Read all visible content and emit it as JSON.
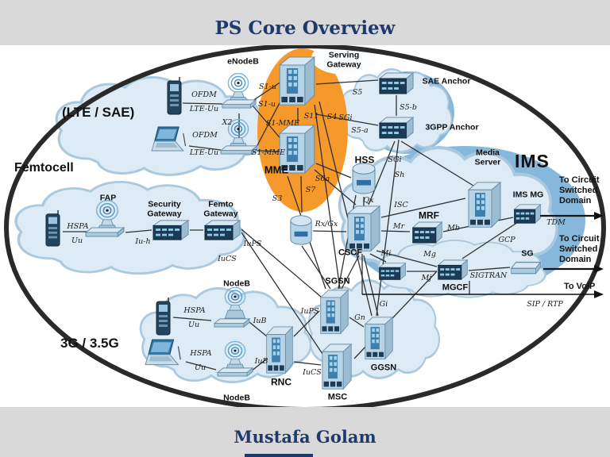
{
  "header": {
    "title": "PS Core Overview"
  },
  "footer": {
    "author": "Mustafa Golam"
  },
  "colors": {
    "accent_orange": "#f5992b",
    "title_navy": "#1e3a6d",
    "cloud_blue": "#dcebf5",
    "crescent_blue": "#86b8dc"
  },
  "regions": {
    "lte": "(LTE / SAE)",
    "femtocell": "Femtocell",
    "threeg": "3G / 3.5G",
    "ims": "IMS"
  },
  "nodes": {
    "enodeb": "eNodeB",
    "serving_gw": "Serving\nGateway",
    "sae_anchor": "SAE Anchor",
    "gpp_anchor": "3GPP Anchor",
    "mme": "MME",
    "hss": "HSS",
    "media_server": "Media\nServer",
    "ims_mg": "IMS MG",
    "mrf": "MRF",
    "cscf": "CSCF",
    "mgcf": "MGCF",
    "sg": "SG",
    "sgsn": "SGSN",
    "ggsn": "GGSN",
    "msc": "MSC",
    "rnc": "RNC",
    "nodeb": "NodeB",
    "fap": "FAP",
    "security_gw": "Security\nGateway",
    "femto_gw": "Femto\nGateway"
  },
  "interfaces": {
    "ofdm": "OFDM",
    "lte_uu": "LTE-Uu",
    "x2": "X2",
    "s1u": "S1-u",
    "s1mme": "S1-MME",
    "s11": "S11",
    "s4": "S4",
    "sgi": "SGi",
    "s5": "S5",
    "s5a": "S5-a",
    "s5b": "S5-b",
    "s6a": "S6a",
    "s7": "S7",
    "s3": "S3",
    "sh": "Sh",
    "qx": "Qx",
    "rxgx": "Rx/Gx",
    "isc": "ISC",
    "mr": "Mr",
    "mb": "Mb",
    "mi": "Mi",
    "mg": "Mg",
    "mj": "Mj",
    "gcp": "GCP",
    "sigtran": "SIGTRAN",
    "tdm": "TDM",
    "sip_rtp": "SIP / RTP",
    "gn": "Gn",
    "gi": "Gi",
    "iups": "IuPS",
    "iucs": "IuCS",
    "iub": "IuB",
    "iuh": "Iu-h",
    "hspa": "HSPA",
    "uu": "Uu"
  },
  "destinations": {
    "cs_domain": "To Circuit\nSwitched\nDomain",
    "voip": "To VoIP"
  }
}
